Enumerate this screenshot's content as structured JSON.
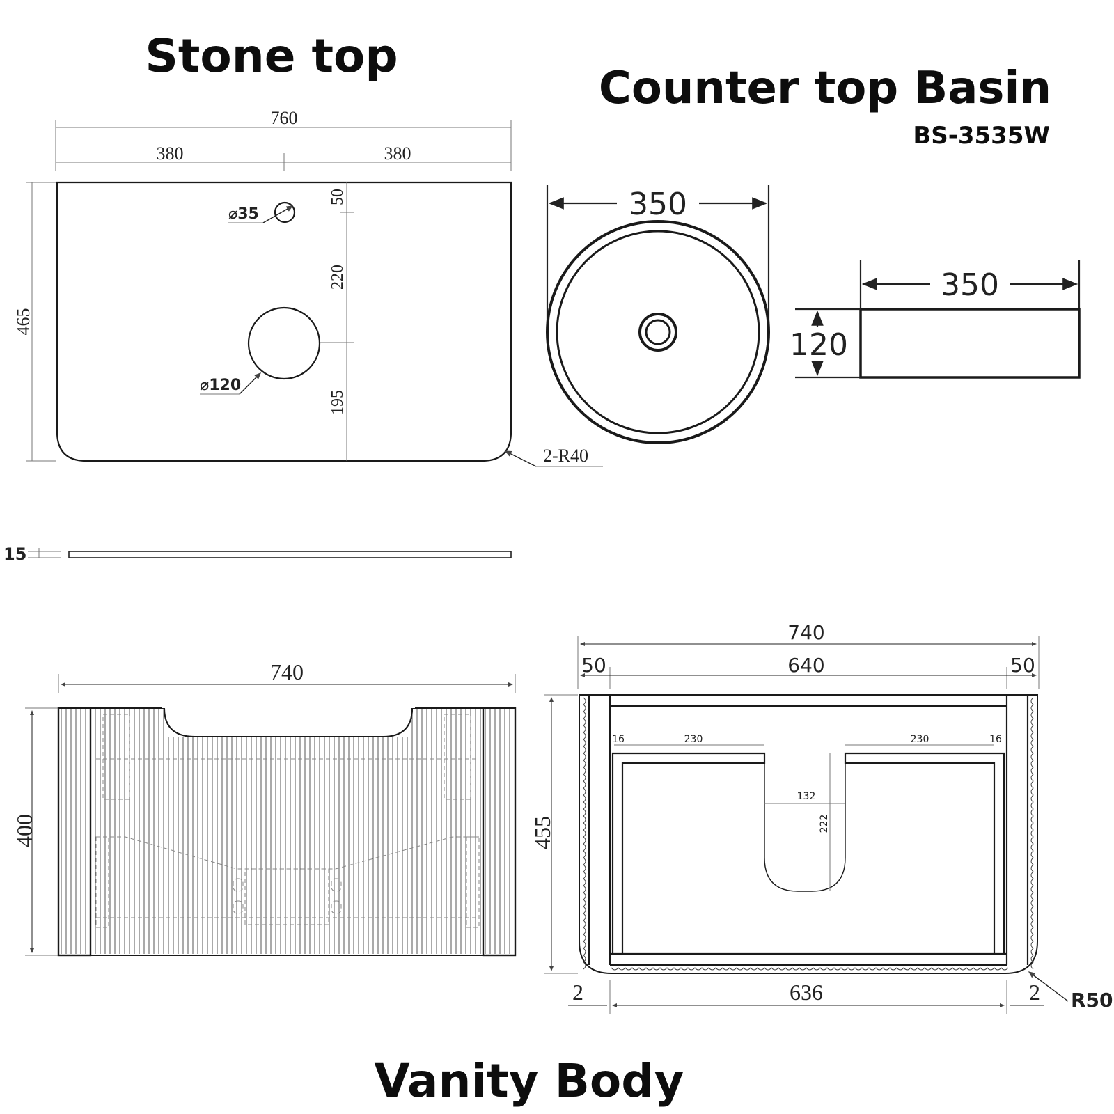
{
  "titles": {
    "stone_top": "Stone top",
    "basin": "Counter top Basin",
    "model": "BS-3535W",
    "vanity": "Vanity Body"
  },
  "stone_top": {
    "width": "760",
    "half_left": "380",
    "half_right": "380",
    "depth": "465",
    "tap_offset": "50",
    "hole_spacing": "220",
    "waste_offset": "195",
    "tap_hole": "⌀35",
    "waste_hole": "⌀120",
    "corner_radius": "2-R40",
    "thickness": "15"
  },
  "basin": {
    "plan_diameter": "350",
    "side_width": "350",
    "height": "120"
  },
  "vanity_front": {
    "width": "740",
    "height": "400"
  },
  "vanity_plan": {
    "overall_width": "740",
    "side_left": "50",
    "inner_width": "640",
    "side_right": "50",
    "depth": "455",
    "panel_left": "16",
    "shelf_left": "230",
    "shelf_right": "230",
    "panel_right": "16",
    "cutout_width": "132",
    "cutout_depth": "222",
    "gap_left": "2",
    "base_width": "636",
    "gap_right": "2",
    "radius": "R50"
  }
}
